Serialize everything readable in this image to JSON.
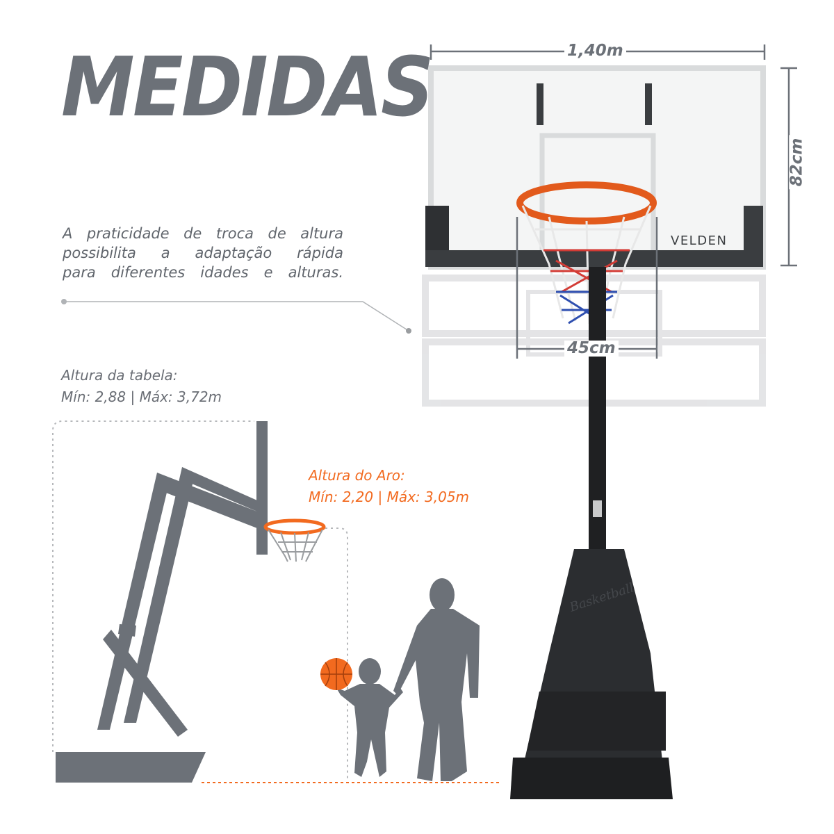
{
  "title": "MEDIDAS",
  "description": {
    "line1": "A praticidade de troca de altura",
    "line2": "possibilita a adaptação rápida",
    "line3": "para diferentes idades e alturas."
  },
  "backboard_height": {
    "label": "Altura da tabela:",
    "range": "Mín: 2,88 | Máx: 3,72m"
  },
  "rim_height": {
    "label": "Altura do Aro:",
    "range": "Mín: 2,20 | Máx: 3,05m"
  },
  "dimensions": {
    "width": "1,40m",
    "height": "82cm",
    "rim_diameter": "45cm"
  },
  "brand": "VELDEN",
  "base_text": "Basketball",
  "colors": {
    "accent": "#f26a1f",
    "gray": "#6c7178",
    "dark": "#2b2d30"
  }
}
